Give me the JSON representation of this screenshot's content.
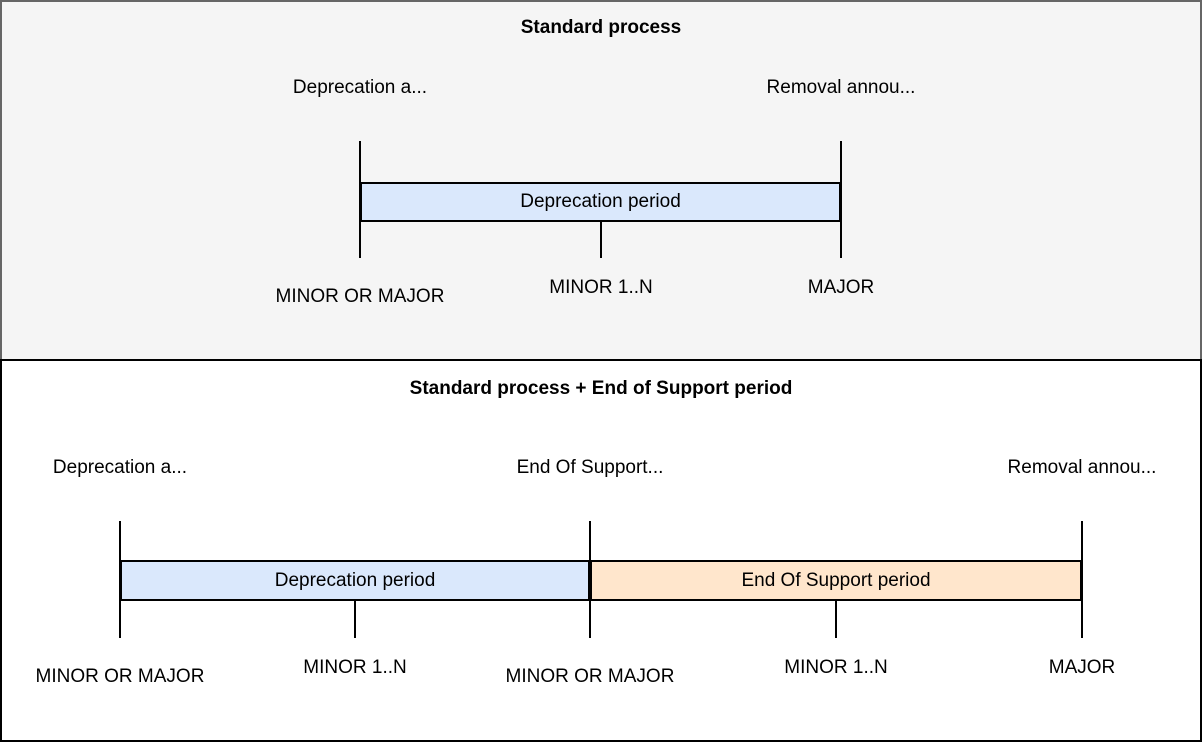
{
  "colors": {
    "panel1_background": "#f5f5f5",
    "panel1_border": "#666666",
    "panel2_background": "#ffffff",
    "panel2_border": "#000000",
    "deprecation_bar_fill": "#dae8fc",
    "end_of_support_bar_fill": "#ffe6cc",
    "line_color": "#000000"
  },
  "panel1": {
    "title": "Standard process",
    "milestone_labels": [
      "Deprecation a...",
      "Removal annou..."
    ],
    "period_bars": [
      "Deprecation period"
    ],
    "tick_labels": [
      "MINOR OR MAJOR",
      "MINOR 1..N",
      "MAJOR"
    ]
  },
  "panel2": {
    "title": "Standard process + End of Support period",
    "milestone_labels": [
      "Deprecation a...",
      "End Of Support...",
      "Removal annou..."
    ],
    "period_bars": [
      "Deprecation period",
      "End Of Support period"
    ],
    "tick_labels": [
      "MINOR OR MAJOR",
      "MINOR 1..N",
      "MINOR OR MAJOR",
      "MINOR 1..N",
      "MAJOR"
    ]
  }
}
